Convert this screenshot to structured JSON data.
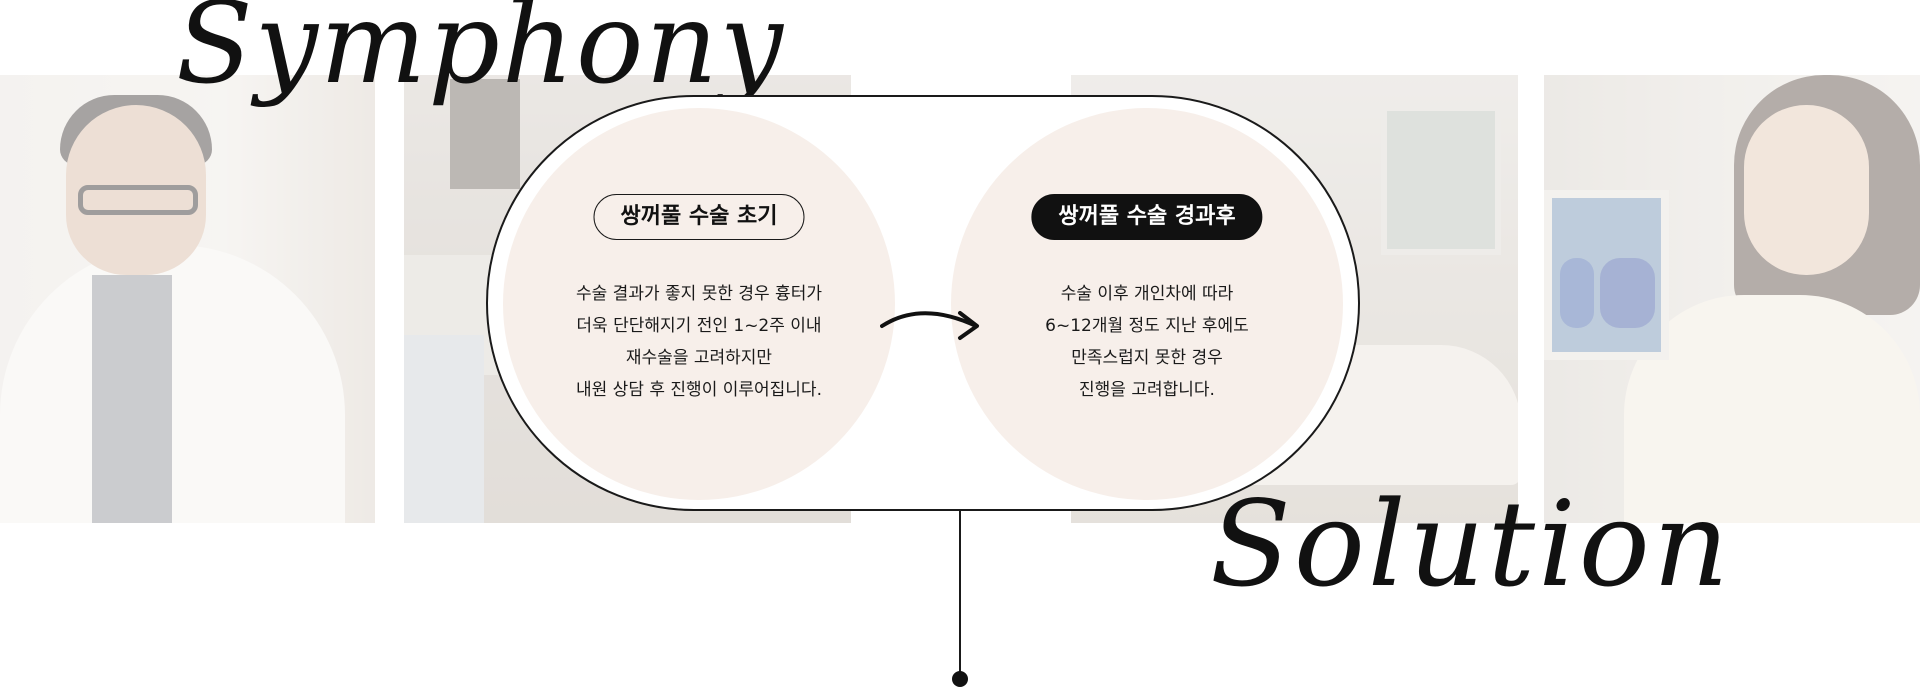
{
  "headline": {
    "word_top": "Symphony",
    "word_bottom": "Solution"
  },
  "comparison": {
    "before": {
      "badge": "쌍꺼풀 수술 초기",
      "lines": [
        "수술 결과가 좋지 못한 경우 흉터가",
        "더욱 단단해지기 전인 1~2주 이내",
        "재수술을 고려하지만",
        "내원 상담 후 진행이 이루어집니다."
      ]
    },
    "after": {
      "badge": "쌍꺼풀 수술 경과후",
      "lines": [
        "수술 이후 개인차에 따라",
        "6~12개월 정도 지난 후에도",
        "만족스럽지 못한 경우",
        "진행을 고려합니다."
      ]
    },
    "arrow_icon": "curved-arrow-right-icon"
  },
  "colors": {
    "circle_fill": "#f7efea",
    "ink": "#111111",
    "background": "#ffffff"
  }
}
